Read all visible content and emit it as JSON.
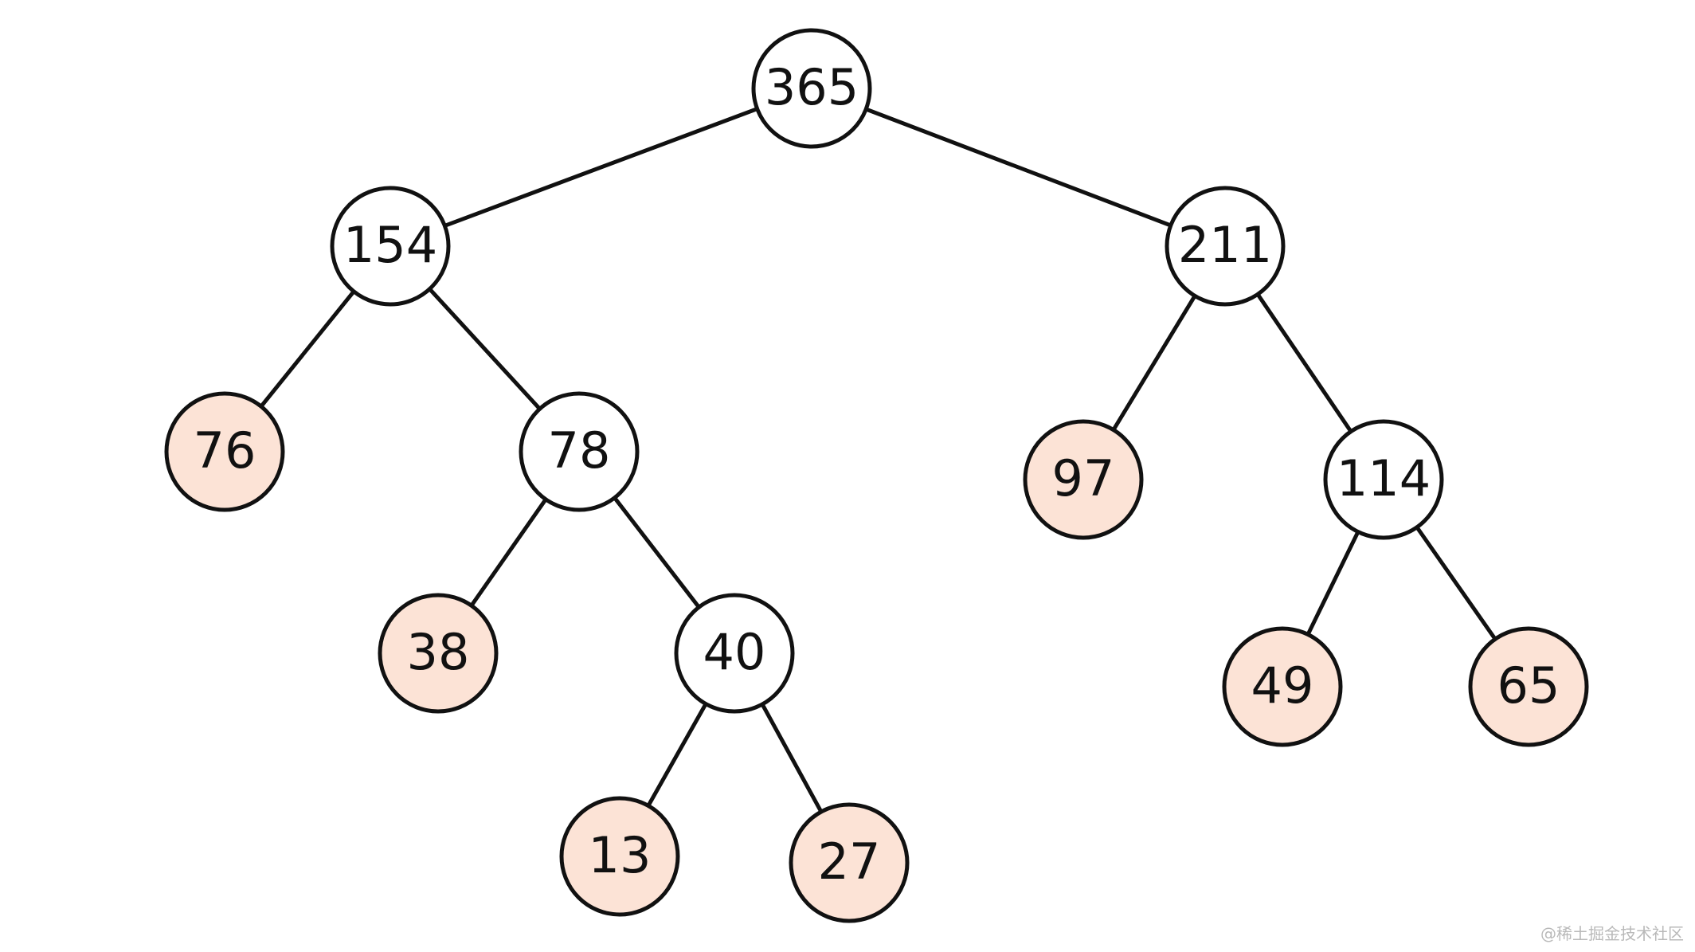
{
  "colors": {
    "internal_fill": "#ffffff",
    "leaf_fill": "#fce3d6",
    "stroke": "#111111"
  },
  "tree": {
    "nodes": [
      {
        "id": "n365",
        "label": "365",
        "type": "internal"
      },
      {
        "id": "n154",
        "label": "154",
        "type": "internal"
      },
      {
        "id": "n211",
        "label": "211",
        "type": "internal"
      },
      {
        "id": "n76",
        "label": "76",
        "type": "leaf"
      },
      {
        "id": "n78",
        "label": "78",
        "type": "internal"
      },
      {
        "id": "n97",
        "label": "97",
        "type": "leaf"
      },
      {
        "id": "n114",
        "label": "114",
        "type": "internal"
      },
      {
        "id": "n38",
        "label": "38",
        "type": "leaf"
      },
      {
        "id": "n40",
        "label": "40",
        "type": "internal"
      },
      {
        "id": "n49",
        "label": "49",
        "type": "leaf"
      },
      {
        "id": "n65",
        "label": "65",
        "type": "leaf"
      },
      {
        "id": "n13",
        "label": "13",
        "type": "leaf"
      },
      {
        "id": "n27",
        "label": "27",
        "type": "leaf"
      }
    ],
    "edges": [
      {
        "from": "n365",
        "to": "n154"
      },
      {
        "from": "n365",
        "to": "n211"
      },
      {
        "from": "n154",
        "to": "n76"
      },
      {
        "from": "n154",
        "to": "n78"
      },
      {
        "from": "n211",
        "to": "n97"
      },
      {
        "from": "n211",
        "to": "n114"
      },
      {
        "from": "n78",
        "to": "n38"
      },
      {
        "from": "n78",
        "to": "n40"
      },
      {
        "from": "n114",
        "to": "n49"
      },
      {
        "from": "n114",
        "to": "n65"
      },
      {
        "from": "n40",
        "to": "n13"
      },
      {
        "from": "n40",
        "to": "n27"
      }
    ]
  },
  "watermark": {
    "text": "@稀土掘金技术社区"
  }
}
